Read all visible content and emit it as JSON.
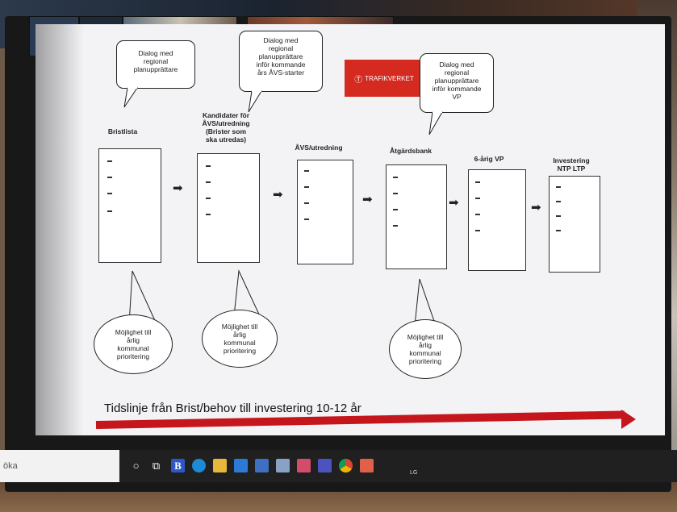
{
  "slide": {
    "logo_text": "TRAFIKVERKET",
    "logo_mark": "Ⓣ",
    "bubbles": [
      [
        "Dialog med",
        "regional",
        "planupprättare"
      ],
      [
        "Dialog med",
        "regional",
        "planupprättare",
        "inför kommande",
        "års ÅVS-starter"
      ],
      [
        "Dialog med",
        "regional",
        "planupprättare",
        "inför kommande",
        "VP"
      ]
    ],
    "columns": [
      {
        "title": [
          "Bristlista"
        ]
      },
      {
        "title": [
          "Kandidater för",
          "ÅVS/utredning",
          "(Brister som",
          "ska utredas)"
        ]
      },
      {
        "title": [
          "ÅVS/utredning"
        ]
      },
      {
        "title": [
          "Åtgärdsbank"
        ]
      },
      {
        "title": [
          "6-årig VP"
        ]
      },
      {
        "title": [
          "Investering",
          "NTP LTP"
        ]
      }
    ],
    "arrow_glyph": "➡",
    "ovals": [
      [
        "Möjlighet till",
        "årlig",
        "kommunal",
        "prioritering"
      ],
      [
        "Möjlighet till",
        "årlig",
        "kommunal",
        "prioritering"
      ],
      [
        "Möjlighet till",
        "årlig",
        "kommunal",
        "prioritering"
      ]
    ],
    "timeline": "Tidslinje från  Brist/behov till investering 10-12 år",
    "accent_color": "#c4161c"
  },
  "taskbar": {
    "search_text": "öka",
    "icons": [
      "cortana-icon",
      "task-view-icon",
      "b-app-icon",
      "edge-icon",
      "file-explorer-icon",
      "mail-icon",
      "weather-icon",
      "app-icon",
      "app-icon",
      "teams-icon",
      "chrome-icon",
      "app-icon"
    ],
    "monitor_brand": "LG"
  }
}
